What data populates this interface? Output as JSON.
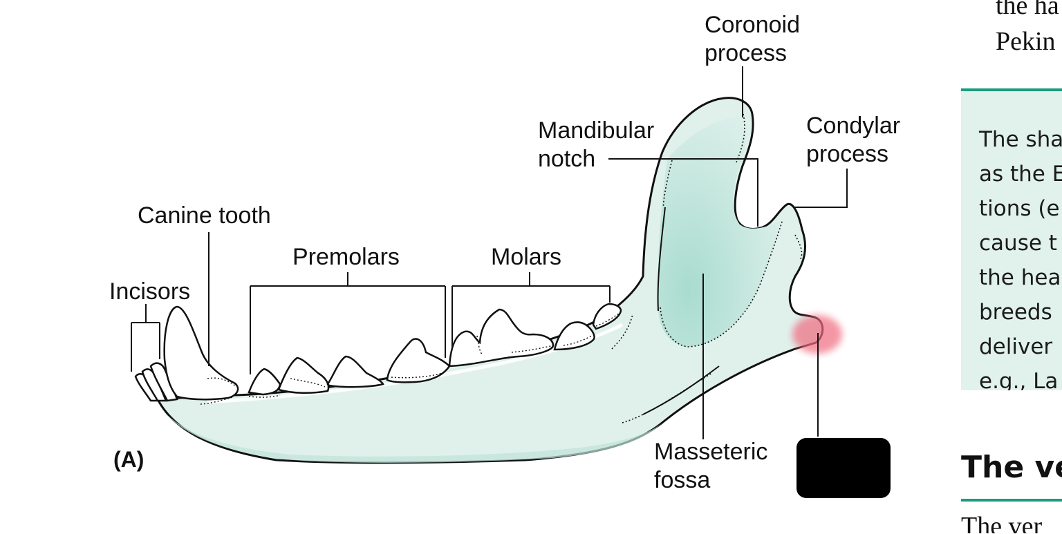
{
  "diagram": {
    "panel_id": "(A)",
    "labels": {
      "coronoid_process": [
        "Coronoid",
        "process"
      ],
      "condylar_process": [
        "Condylar",
        "process"
      ],
      "mandibular_notch": [
        "Mandibular",
        "notch"
      ],
      "canine_tooth": "Canine tooth",
      "premolars": "Premolars",
      "molars": "Molars",
      "incisors": "Incisors",
      "masseteric_fossa": [
        "Masseteric",
        "fossa"
      ]
    },
    "colors": {
      "bone_fill": "#e0f1ec",
      "fossa_shade": "#a9dccf",
      "outline": "#111111",
      "highlight": "#f06a7f",
      "redaction": "#000000"
    }
  },
  "side_column": {
    "top_text": [
      "the ha",
      "Pekin"
    ],
    "box_lines": [
      "The sha",
      "as the E",
      "tions (e",
      "cause t",
      "the hea",
      "breeds",
      "deliver",
      "e.g., La"
    ],
    "heading": "The ve",
    "next_text": "The ver",
    "colors": {
      "box_bg": "#e1f2ec",
      "accent": "#1a9c7e"
    }
  }
}
